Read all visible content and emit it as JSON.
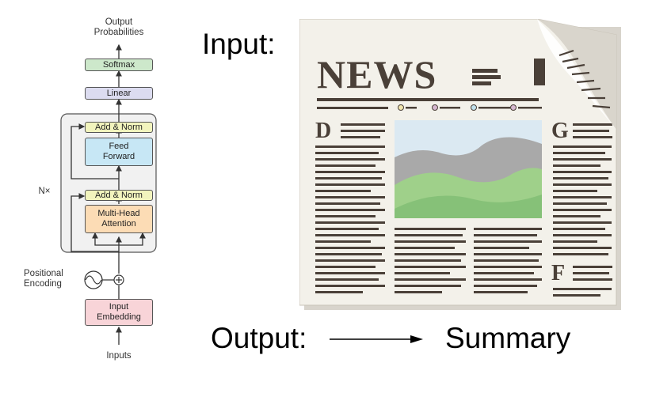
{
  "transformer": {
    "output_label_line1": "Output",
    "output_label_line2": "Probabilities",
    "softmax": "Softmax",
    "linear": "Linear",
    "add_norm_top": "Add & Norm",
    "feed_forward_line1": "Feed",
    "feed_forward_line2": "Forward",
    "nx": "N×",
    "add_norm_bottom": "Add & Norm",
    "mha_line1": "Multi-Head",
    "mha_line2": "Attention",
    "positional_line1": "Positional",
    "positional_line2": "Encoding",
    "embedding_line1": "Input",
    "embedding_line2": "Embedding",
    "inputs": "Inputs"
  },
  "main": {
    "input_label": "Input:",
    "output_label": "Output:",
    "summary_label": "Summary"
  },
  "newspaper": {
    "masthead": "NEWS",
    "drop_cap_1": "D",
    "drop_cap_2": "G",
    "drop_cap_3": "F"
  },
  "colors": {
    "softmax": "#cde8cb",
    "linear": "#dcdcf0",
    "add_norm": "#f2f4bd",
    "feed_forward": "#c7e7f5",
    "attention": "#fcdcb5",
    "embedding": "#f8d4d8",
    "paper": "#f3f1ea",
    "ink": "#4a4038"
  }
}
